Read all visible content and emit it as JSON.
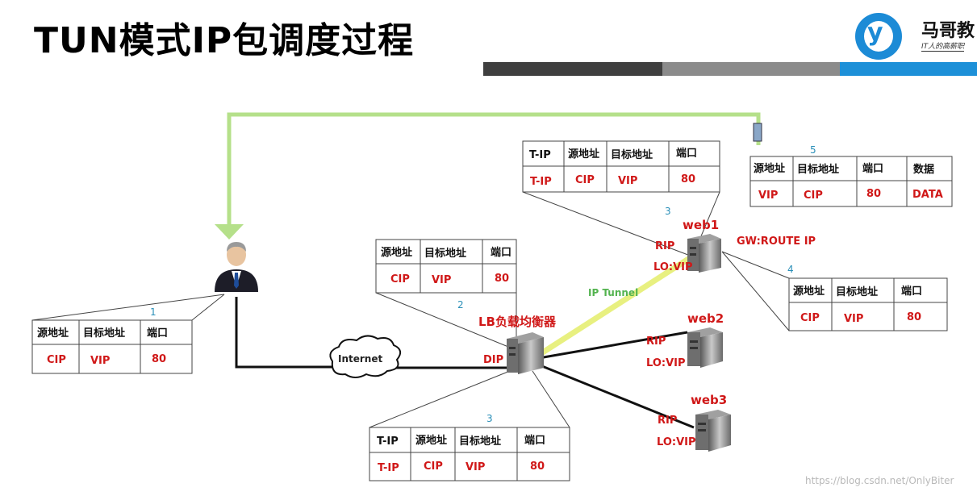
{
  "slide": {
    "title": "TUN模式IP包调度过程",
    "logo_name": "马哥教",
    "logo_tagline": "IT人的高薪职",
    "logo_mark": "y",
    "watermark": "https://blog.csdn.net/OnlyBiter"
  },
  "colors": {
    "return_path": "#b5e08a",
    "tunnel": "#e8f080",
    "value_text": "#d01818",
    "step_number": "#2a8fb8",
    "bar_dark": "#3f3f3f",
    "bar_gray": "#8b8b8b",
    "bar_blue": "#1d90d8"
  },
  "nodes": {
    "lb_label": "LB负载均衡器",
    "lb_dip": "DIP",
    "internet": "Internet",
    "tunnel_label": "IP Tunnel",
    "web1": {
      "name": "web1",
      "rip": "RIP",
      "lo": "LO:VIP",
      "gw": "GW:ROUTE IP"
    },
    "web2": {
      "name": "web2",
      "rip": "RIP",
      "lo": "LO:VIP"
    },
    "web3": {
      "name": "web3",
      "rip": "RIP",
      "lo": "LO:VIP"
    }
  },
  "tables": {
    "t1": {
      "step": "1",
      "headers": [
        "源地址",
        "目标地址",
        "端口"
      ],
      "values": [
        "CIP",
        "VIP",
        "80"
      ]
    },
    "t2": {
      "step": "2",
      "headers": [
        "源地址",
        "目标地址",
        "端口"
      ],
      "values": [
        "CIP",
        "VIP",
        "80"
      ]
    },
    "t3_bottom": {
      "step": "3",
      "headers": [
        "T-IP",
        "源地址",
        "目标地址",
        "端口"
      ],
      "values": [
        "T-IP",
        "CIP",
        "VIP",
        "80"
      ]
    },
    "t3_top": {
      "step": "3",
      "headers": [
        "T-IP",
        "源地址",
        "目标地址",
        "端口"
      ],
      "values": [
        "T-IP",
        "CIP",
        "VIP",
        "80"
      ]
    },
    "t4": {
      "step": "4",
      "headers": [
        "源地址",
        "目标地址",
        "端口"
      ],
      "values": [
        "CIP",
        "VIP",
        "80"
      ]
    },
    "t5": {
      "step": "5",
      "headers": [
        "源地址",
        "目标地址",
        "端口",
        "数据"
      ],
      "values": [
        "VIP",
        "CIP",
        "80",
        "DATA"
      ]
    }
  },
  "icons": {
    "client": "person-icon",
    "servers": "server-icon",
    "cloud": "cloud-icon"
  }
}
